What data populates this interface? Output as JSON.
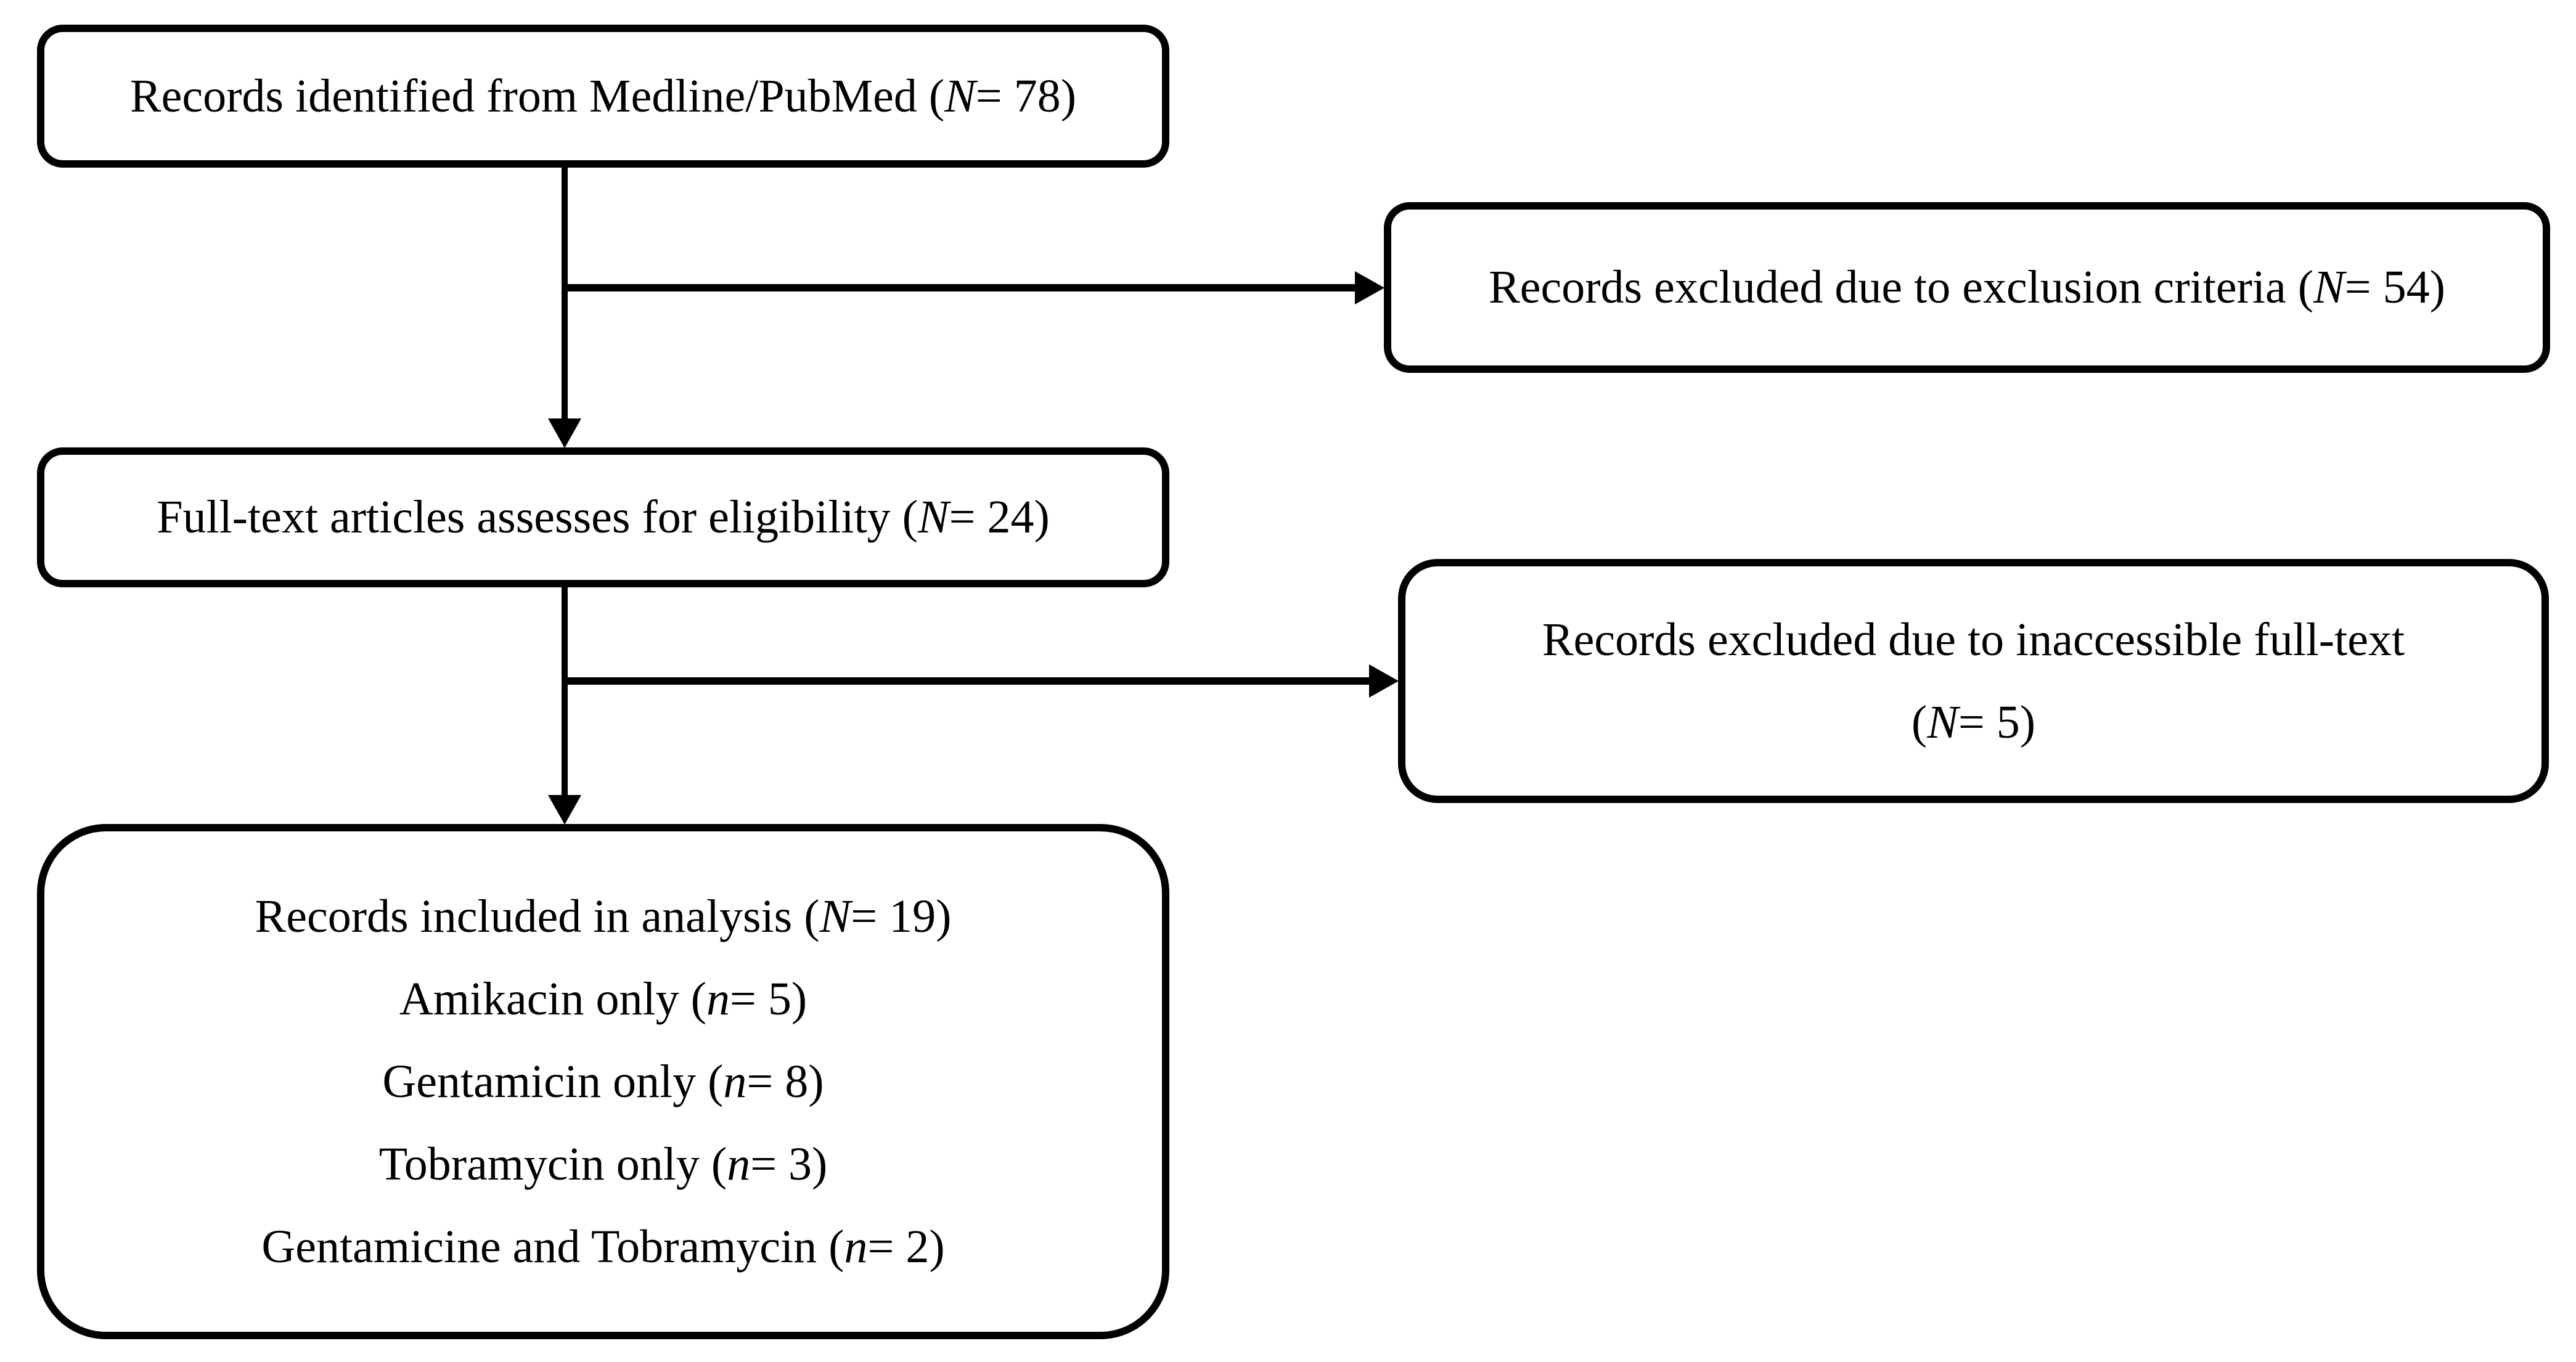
{
  "figure": {
    "type": "flowchart",
    "colors": {
      "ink": "#000000",
      "background": "#ffffff"
    },
    "boxes": {
      "identified": {
        "prefix": "Records identified from Medline/PubMed (",
        "var": "N",
        "suffix": " = 78)"
      },
      "excluded_criteria": {
        "prefix": "Records excluded due to exclusion criteria (",
        "var": "N",
        "suffix": " = 54)"
      },
      "fulltext_assessed": {
        "prefix": "Full-text articles assesses for eligibility (",
        "var": "N",
        "suffix": " = 24)"
      },
      "excluded_fulltext": {
        "line1": "Records excluded due to inaccessible full-text",
        "line2": {
          "prefix": "(",
          "var": "N",
          "suffix": " = 5)"
        }
      },
      "included": {
        "lines": [
          {
            "prefix": "Records included in analysis (",
            "var": "N",
            "suffix": " = 19)"
          },
          {
            "prefix": "Amikacin only (",
            "var": "n",
            "suffix": " = 5)"
          },
          {
            "prefix": "Gentamicin only (",
            "var": "n",
            "suffix": " = 8)"
          },
          {
            "prefix": "Tobramycin only (",
            "var": "n",
            "suffix": " = 3)"
          },
          {
            "prefix": "Gentamicine and Tobramycin (",
            "var": "n",
            "suffix": " = 2)"
          }
        ]
      }
    }
  }
}
